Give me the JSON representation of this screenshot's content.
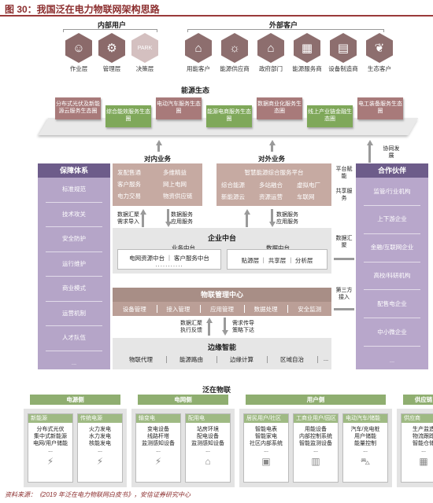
{
  "figure": {
    "title": "图 30：我国泛在电力物联网架构思路"
  },
  "internal_users": {
    "title": "内部用户",
    "items": [
      {
        "label": "作业层",
        "icon": "worker-icon",
        "glyph": "☺"
      },
      {
        "label": "管理层",
        "icon": "manager-icon",
        "glyph": "⚙"
      },
      {
        "label": "决策层",
        "icon": "decision-icon",
        "glyph": "PARK"
      }
    ]
  },
  "external_customers": {
    "title": "外部客户",
    "items": [
      {
        "label": "用能客户",
        "icon": "factory-icon",
        "glyph": "⌂"
      },
      {
        "label": "能源供应商",
        "icon": "bulb-icon",
        "glyph": "☼"
      },
      {
        "label": "政府部门",
        "icon": "government-icon",
        "glyph": "⌂"
      },
      {
        "label": "能源服务商",
        "icon": "building-icon",
        "glyph": "▦"
      },
      {
        "label": "设备制造商",
        "icon": "equipment-icon",
        "glyph": "▤"
      },
      {
        "label": "生态客户",
        "icon": "plant-icon",
        "glyph": "❦"
      }
    ]
  },
  "energy_ecosystem": {
    "title": "能源生态",
    "blocks": [
      {
        "text": "分布式光伏及新能源云服务生态圈",
        "color": "r"
      },
      {
        "text": "综合能效服务生态圈",
        "color": "g"
      },
      {
        "text": "电动汽车服务生态圈",
        "color": "r"
      },
      {
        "text": "能源电商服务生态圈",
        "color": "g"
      },
      {
        "text": "数据商业化服务生态圈",
        "color": "r"
      },
      {
        "text": "线上产业链金融生态圈",
        "color": "g"
      },
      {
        "text": "电工装备服务生态圈",
        "color": "r"
      }
    ]
  },
  "internal_business": {
    "title": "对内业务",
    "rows": [
      [
        "发配售通",
        "多维精益"
      ],
      [
        "客户服务",
        "网上电网"
      ],
      [
        "电力交易",
        "物资供应链"
      ]
    ]
  },
  "external_business": {
    "title": "对外业务",
    "header": "智慧能源综合服务平台",
    "rows": [
      [
        "综合能源",
        "多站融合",
        "虚拟电厂"
      ],
      [
        "新能源云",
        "资源运营",
        "车联网"
      ]
    ]
  },
  "support_system": {
    "title": "保障体系",
    "items": [
      "标准规范",
      "技术攻关",
      "安全防护",
      "运行维护",
      "商业模式",
      "运营机制",
      "人才队伍",
      "..."
    ]
  },
  "partners": {
    "title": "合作伙伴",
    "items": [
      "监管/行业机构",
      "上下游企业",
      "金融/互联网企业",
      "高校/科研机构",
      "配售电企业",
      "中小微企业",
      "..."
    ]
  },
  "enterprise_platform": {
    "title": "企业中台",
    "business_center": {
      "title": "业务中台",
      "text": "电网资源中台 ｜ 客户服务中台",
      "dots": "..........."
    },
    "data_center": {
      "title": "数据中台",
      "text": "贴源层 ｜ 共享层 ｜ 分析层"
    }
  },
  "iot_center": {
    "title": "物联管理中心",
    "items": [
      "设备管理",
      "接入管理",
      "应用管理",
      "数据处理",
      "安全监测"
    ]
  },
  "edge": {
    "title": "边缘智能",
    "items": [
      "物联代理",
      "能源路由",
      "边缘计算",
      "区域自治",
      "..."
    ]
  },
  "arrows": {
    "collab": "协同发展",
    "platform_enable": "平台赋能",
    "shared_service": "共享服务",
    "data_gather_left": "数据汇聚需求导入",
    "data_service_left": "数据服务应用服务",
    "data_service_right": "数据服务应用服务",
    "data_gather_right": "数据汇聚",
    "third_party": "第三方接入",
    "edge_up": "数据汇聚执行反馈",
    "edge_down": "需求传导策略下达"
  },
  "ubiquitous_iot": {
    "title": "泛在物联",
    "groups": [
      {
        "head": "电源侧",
        "cards": [
          {
            "title": "新能源",
            "lines": [
              "分布式光伏",
              "集中式新能源",
              "电网/用户储能",
              "..."
            ],
            "icon": "wind-turbine-icon",
            "glyph": "⚡"
          },
          {
            "title": "传统电源",
            "lines": [
              "火力发电",
              "水力发电",
              "核能发电",
              "..."
            ],
            "icon": "power-tower-icon",
            "glyph": "⚡"
          }
        ]
      },
      {
        "head": "电网侧",
        "cards": [
          {
            "title": "输变电",
            "lines": [
              "变电设备",
              "线路杆塔",
              "监测感知设备",
              "..."
            ],
            "icon": "transmission-icon",
            "glyph": "⚡"
          },
          {
            "title": "配用电",
            "lines": [
              "站房环境",
              "配电设备",
              "监测感知设备",
              "..."
            ],
            "icon": "substation-icon",
            "glyph": "⌂"
          }
        ]
      },
      {
        "head": "用户侧",
        "cards": [
          {
            "title": "居民用户/社区",
            "lines": [
              "智能电表",
              "智能家电",
              "社区内部系统",
              "..."
            ],
            "icon": "meter-icon",
            "glyph": "▣"
          },
          {
            "title": "工商业用户/园区",
            "lines": [
              "用能设备",
              "内部控制系统",
              "智能监测设备",
              "..."
            ],
            "icon": "factory-icon",
            "glyph": "▥"
          },
          {
            "title": "电动汽车/储能",
            "lines": [
              "汽车/充电桩",
              "用户储能",
              "能量控制",
              "..."
            ],
            "icon": "car-icon",
            "glyph": "⛍"
          }
        ]
      },
      {
        "head": "供应链",
        "cards": [
          {
            "title": "供应商",
            "lines": [
              "生产监造",
              "物流跟踪",
              "智能仓储",
              "..."
            ],
            "icon": "warehouse-icon",
            "glyph": "▦"
          }
        ]
      }
    ]
  },
  "footer": "资料来源：《2019 年泛在电力物联网白皮书》，安信证券研究中心"
}
